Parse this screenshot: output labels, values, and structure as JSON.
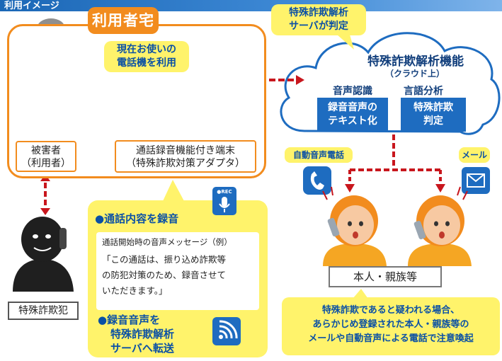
{
  "header": {
    "title": "利用イメージ"
  },
  "house": {
    "title": "利用者宅",
    "phone_callout": [
      "現在お使いの",
      "電話機を利用"
    ],
    "victim_label": [
      "被害者",
      "（利用者）"
    ],
    "device_label": [
      "通話録音機能付き端末",
      "（特殊詐欺対策アダプタ）"
    ]
  },
  "cloud": {
    "judge_callout": [
      "特殊詐欺解析",
      "サーバが判定"
    ],
    "title": "特殊詐欺解析機能",
    "subtitle": "（クラウド上）",
    "voice_recognition": "音声認識",
    "language_analysis": "言語分析",
    "text_box": [
      "録音音声の",
      "テキスト化"
    ],
    "judge_box": [
      "特殊詐欺",
      "判定"
    ]
  },
  "notify": {
    "auto_call_tag": "自動音声電話",
    "mail_tag": "メール",
    "family_label": "本人・親族等",
    "notice": [
      "特殊詐欺であると疑われる場合、",
      "あらかじめ登録された本人・親族等の",
      "メールや自動音声による電話で注意喚起"
    ]
  },
  "record_panel": {
    "heading": "●通話内容を録音",
    "rec_label": "●REC",
    "message_caption": "通話開始時の音声メッセージ（例）",
    "message_lines": [
      "「この通話は、振り込め詐欺等",
      "の防犯対策のため、録音させて",
      "いただきます。」"
    ],
    "transfer_lines": [
      "●録音音声を",
      "特殊詐欺解析",
      "サーバへ転送"
    ]
  },
  "criminal": {
    "label": "特殊詐欺犯"
  },
  "colors": {
    "orange": "#f28c1e",
    "blue": "#1e6cc0",
    "yellow": "#fff36b",
    "red": "#c8161d",
    "navy": "#0a50a5"
  }
}
